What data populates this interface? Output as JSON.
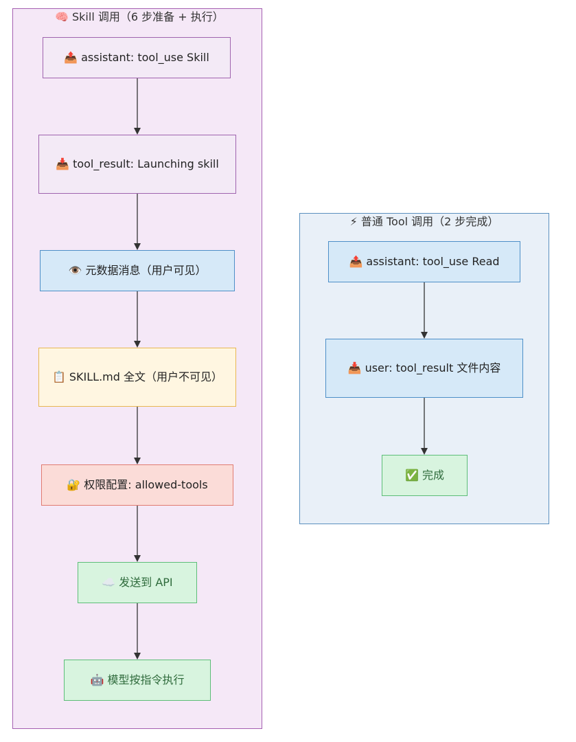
{
  "diagram": {
    "type": "flowchart",
    "colors": {
      "skill_group_bg": "#f5e8f7",
      "skill_group_border": "#a55fb1",
      "tool_group_bg": "#e9f0f8",
      "tool_group_border": "#5a8fbe",
      "purple_node_bg": "#f3eaf6",
      "purple_node_border": "#9f63ae",
      "blue_node_bg": "#d6e9f8",
      "blue_node_border": "#4c8ec7",
      "yellow_node_bg": "#fff6e1",
      "yellow_node_border": "#e8b750",
      "red_node_bg": "#fbdcd8",
      "red_node_border": "#e07a70",
      "green_node_bg": "#d8f4df",
      "green_node_border": "#5cbd77",
      "green_text": "#2f6b3c",
      "edge": "#333333"
    },
    "skill_group": {
      "title": "🧠 Skill 调用（6 步准备 + 执行）",
      "nodes": [
        {
          "icon": "📤",
          "icon_name": "outbox-icon",
          "label": "assistant: tool_use Skill",
          "style": "purple"
        },
        {
          "icon": "📥",
          "icon_name": "inbox-icon",
          "label": "tool_result: Launching skill",
          "style": "purple"
        },
        {
          "icon": "👁️",
          "icon_name": "eye-icon",
          "label": "元数据消息（用户可见）",
          "style": "blue"
        },
        {
          "icon": "📋",
          "icon_name": "clipboard-icon",
          "label": "SKILL.md 全文（用户不可见）",
          "style": "yellow"
        },
        {
          "icon": "🔐",
          "icon_name": "lock-key-icon",
          "label": "权限配置: allowed-tools",
          "style": "red"
        },
        {
          "icon": "☁️",
          "icon_name": "cloud-icon",
          "label": "发送到 API",
          "style": "green"
        },
        {
          "icon": "🤖",
          "icon_name": "robot-icon",
          "label": "模型按指令执行",
          "style": "green"
        }
      ]
    },
    "tool_group": {
      "title": "⚡ 普通 Tool 调用（2 步完成）",
      "nodes": [
        {
          "icon": "📤",
          "icon_name": "outbox-icon",
          "label": "assistant: tool_use Read",
          "style": "blue"
        },
        {
          "icon": "📥",
          "icon_name": "inbox-icon",
          "label": "user: tool_result 文件内容",
          "style": "blue"
        },
        {
          "icon": "✅",
          "icon_name": "check-mark-icon",
          "label": "完成",
          "style": "green"
        }
      ]
    }
  }
}
